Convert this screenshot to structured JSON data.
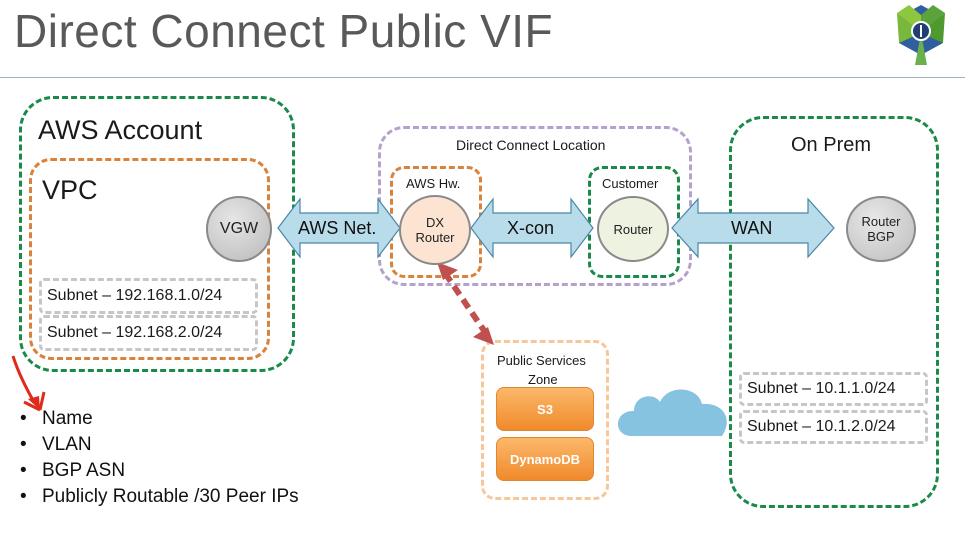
{
  "title": "Direct Connect Public VIF",
  "aws_account": {
    "label": "AWS Account",
    "vpc": {
      "label": "VPC",
      "subnets": [
        "Subnet – 192.168.1.0/24",
        "Subnet – 192.168.2.0/24"
      ]
    },
    "vgw": "VGW"
  },
  "links": {
    "aws_net": "AWS Net.",
    "xcon": "X-con",
    "wan": "WAN"
  },
  "dx_location": {
    "label": "Direct Connect Location",
    "aws_hw": {
      "label": "AWS Hw.",
      "router_line1": "DX",
      "router_line2": "Router"
    },
    "customer": {
      "label": "Customer",
      "router": "Router"
    }
  },
  "public_zone": {
    "label_line1": "Public Services",
    "label_line2": "Zone",
    "services": [
      "S3",
      "DynamoDB"
    ]
  },
  "on_prem": {
    "label": "On Prem",
    "router_line1": "Router",
    "router_line2": "BGP",
    "subnets": [
      "Subnet – 10.1.1.0/24",
      "Subnet – 10.1.2.0/24"
    ]
  },
  "requirements": [
    "Name",
    "VLAN",
    "BGP ASN",
    "Publicly Routable /30 Peer IPs"
  ],
  "colors": {
    "green": "#1a8a4a",
    "orange": "#d9823b",
    "purple": "#b4a2cc",
    "arrow_fill": "#b8dcea",
    "cloud": "#86c3e0",
    "red_arrow": "#e02a1c",
    "dashed_arrow": "#c0504d"
  },
  "icons": [
    "logo-icon",
    "cloud-icon"
  ]
}
